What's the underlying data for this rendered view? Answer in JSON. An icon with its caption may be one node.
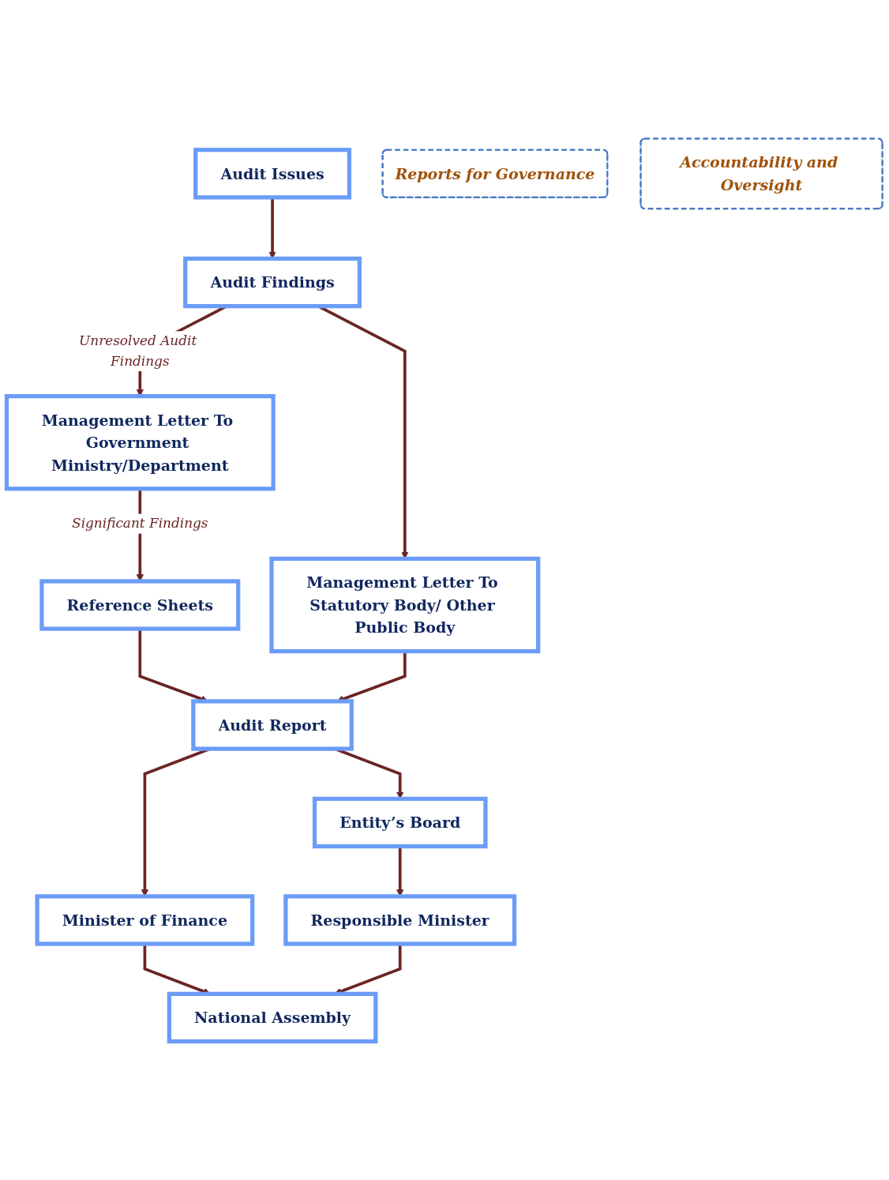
{
  "diagram": {
    "nodes": [
      {
        "text": [
          "Audit Issues"
        ]
      },
      {
        "text": [
          "Audit Findings"
        ]
      },
      {
        "text": [
          "Reports for Governance"
        ]
      },
      {
        "text": [
          "Management Letter To Government Ministry/Department"
        ]
      },
      {
        "text": [
          "Management Letter To Statutory Body/ Other Public Body"
        ]
      },
      {
        "text": [
          "Reference Sheets"
        ]
      },
      {
        "text": [
          "Audit Report"
        ]
      },
      {
        "text": [
          "Accountability and Oversight"
        ]
      },
      {
        "text": [
          "Entity’s Board"
        ]
      },
      {
        "text": [
          "Minister of Finance"
        ]
      },
      {
        "text": [
          "Responsible Minister"
        ]
      },
      {
        "text": [
          "National Assembly"
        ]
      }
    ],
    "edges": [
      {
        "from": 0,
        "to": 1,
        "arrow": "to"
      },
      {
        "from": 1,
        "to": 3,
        "arrow": "to",
        "label": "Unresolved Audit Findings"
      },
      {
        "from": 1,
        "to": 4,
        "arrow": "to"
      },
      {
        "from": 3,
        "to": 5,
        "arrow": "to",
        "label": "Significant Findings"
      },
      {
        "from": 5,
        "to": 6,
        "arrow": "to"
      },
      {
        "from": 4,
        "to": 6,
        "arrow": "to"
      },
      {
        "from": 6,
        "to": 9,
        "arrow": "to"
      },
      {
        "from": 6,
        "to": 8,
        "arrow": "to"
      },
      {
        "from": 8,
        "to": 10,
        "arrow": "to"
      },
      {
        "from": 9,
        "to": 11,
        "arrow": "to"
      },
      {
        "from": 10,
        "to": 11,
        "arrow": "to"
      }
    ]
  }
}
